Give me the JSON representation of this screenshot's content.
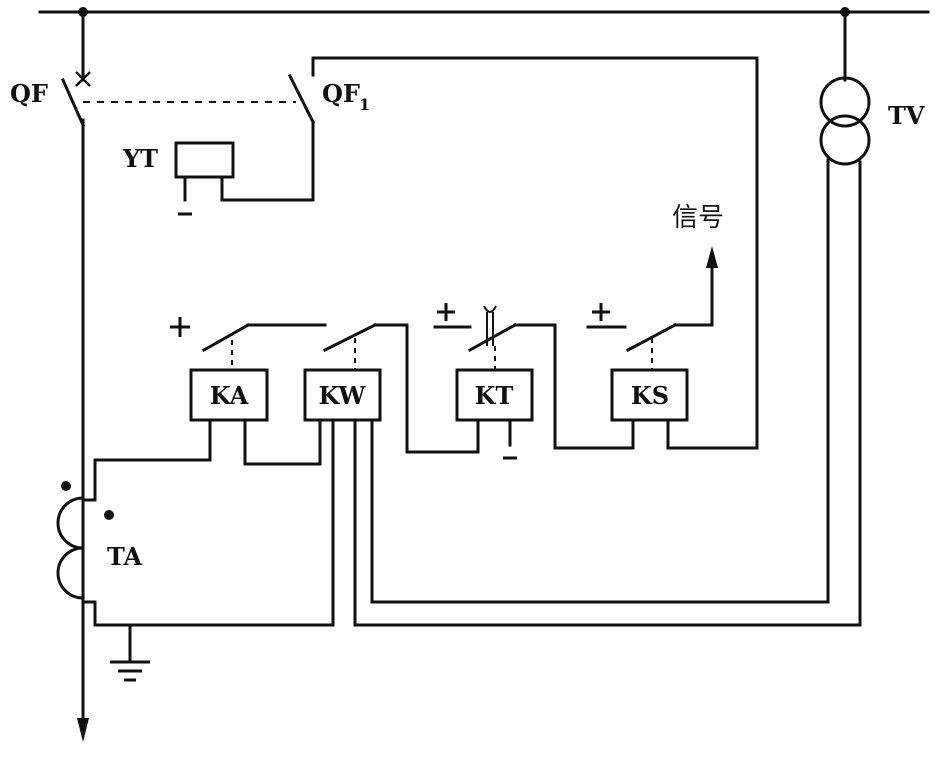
{
  "labels": {
    "qf": "QF",
    "qf1_main": "QF",
    "qf1_sub": "1",
    "yt": "YT",
    "tv": "TV",
    "signal": "信号",
    "ka": "KA",
    "kw": "KW",
    "kt": "KT",
    "ks": "KS",
    "ta": "TA"
  },
  "polarity": {
    "plus": "+",
    "minus": "−"
  }
}
